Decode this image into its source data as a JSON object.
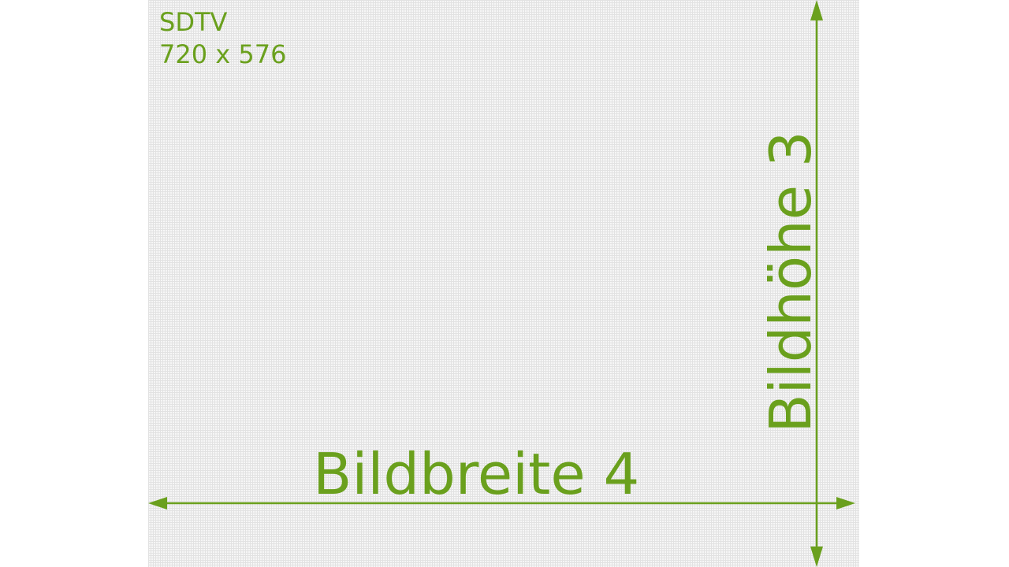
{
  "format": {
    "name": "SDTV",
    "resolution": "720 x 576"
  },
  "dimensions": {
    "width_label": "Bildbreite 4",
    "height_label": "Bildhöhe 3"
  },
  "colors": {
    "accent": "#6aa01d",
    "grid_line": "#e2e2e2",
    "grid_background": "#f6f6f6"
  }
}
